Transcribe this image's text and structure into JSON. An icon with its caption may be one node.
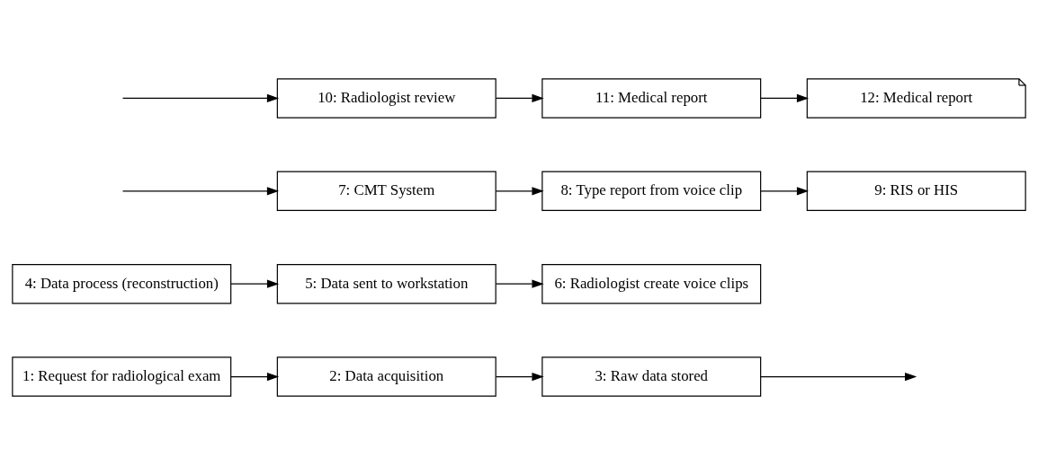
{
  "diagram": {
    "nodes": [
      {
        "text": [
          "1: Request for radiological exam"
        ]
      },
      {
        "text": [
          "2: Data acquisition"
        ]
      },
      {
        "text": [
          "3: Raw data stored"
        ]
      },
      {
        "text": [
          "4: Data process (reconstruction)"
        ]
      },
      {
        "text": [
          "5: Data sent to workstation"
        ]
      },
      {
        "text": [
          "6: Radiologist create voice clips"
        ]
      },
      {
        "text": [
          "7: CMT System"
        ]
      },
      {
        "text": [
          "8: Type report from voice clip"
        ]
      },
      {
        "text": [
          "9: RIS or HIS"
        ]
      },
      {
        "text": [
          "10: Radiologist review"
        ]
      },
      {
        "text": [
          "11: Medical report"
        ]
      },
      {
        "text": [
          "12: Medical report"
        ]
      }
    ],
    "edges": [
      {
        "from": 0,
        "to": 1,
        "arrow": "to"
      },
      {
        "from": 1,
        "to": 2,
        "arrow": "to"
      },
      {
        "from": 2,
        "to": null,
        "arrow": "to"
      },
      {
        "from": 3,
        "to": 4,
        "arrow": "to"
      },
      {
        "from": 4,
        "to": 5,
        "arrow": "to"
      },
      {
        "from": null,
        "to": 6,
        "arrow": "to"
      },
      {
        "from": 6,
        "to": 7,
        "arrow": "to"
      },
      {
        "from": 7,
        "to": 8,
        "arrow": "to"
      },
      {
        "from": null,
        "to": 9,
        "arrow": "to"
      },
      {
        "from": 9,
        "to": 10,
        "arrow": "to"
      },
      {
        "from": 10,
        "to": 11,
        "arrow": "to"
      }
    ]
  }
}
